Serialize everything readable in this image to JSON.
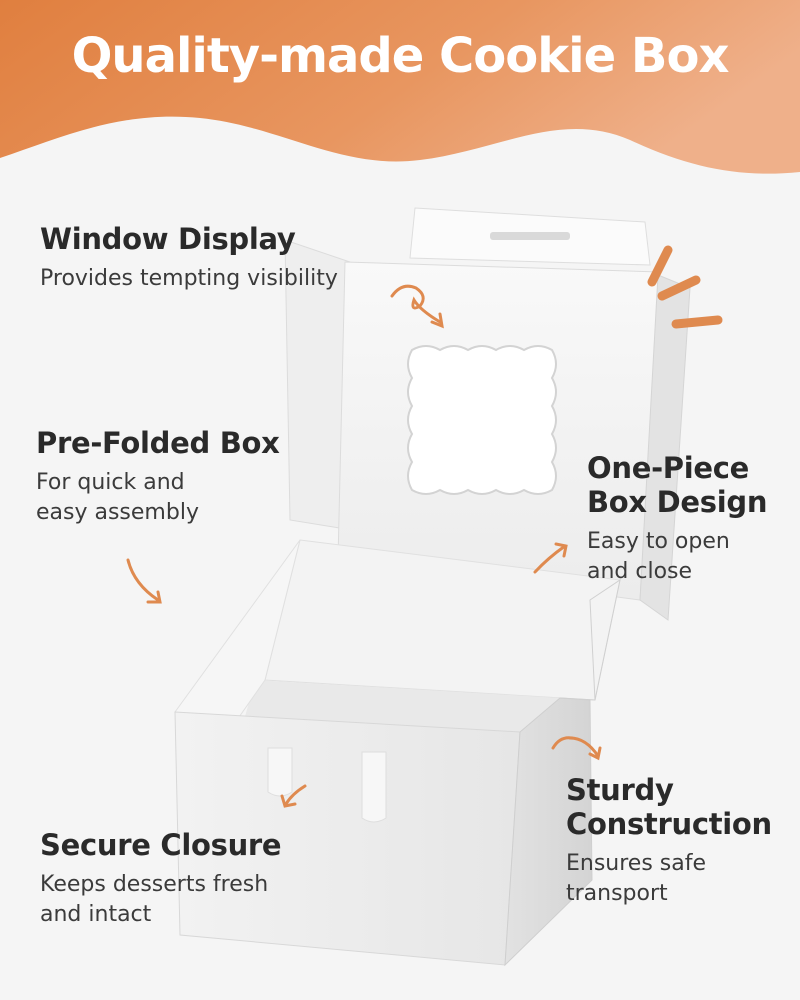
{
  "header": {
    "title": "Quality-made Cookie Box",
    "gradient_start": "#e07f3f",
    "gradient_end": "#eda67a"
  },
  "colors": {
    "accent": "#df8a4f",
    "title_text": "#ffffff",
    "body_text": "#2a2a2a",
    "background": "#f5f5f5"
  },
  "features": {
    "window_display": {
      "title": "Window Display",
      "description": "Provides tempting visibility"
    },
    "pre_folded": {
      "title": "Pre-Folded Box",
      "description": "For quick and\neasy assembly"
    },
    "one_piece": {
      "title": "One-Piece\nBox Design",
      "description": "Easy to open\nand close"
    },
    "sturdy": {
      "title": "Sturdy\nConstruction",
      "description": "Ensures safe\ntransport"
    },
    "secure": {
      "title": "Secure Closure",
      "description": "Keeps desserts fresh\nand intact"
    }
  },
  "icons": [
    "curved-arrow-icon",
    "sparkle-accent-icon"
  ]
}
